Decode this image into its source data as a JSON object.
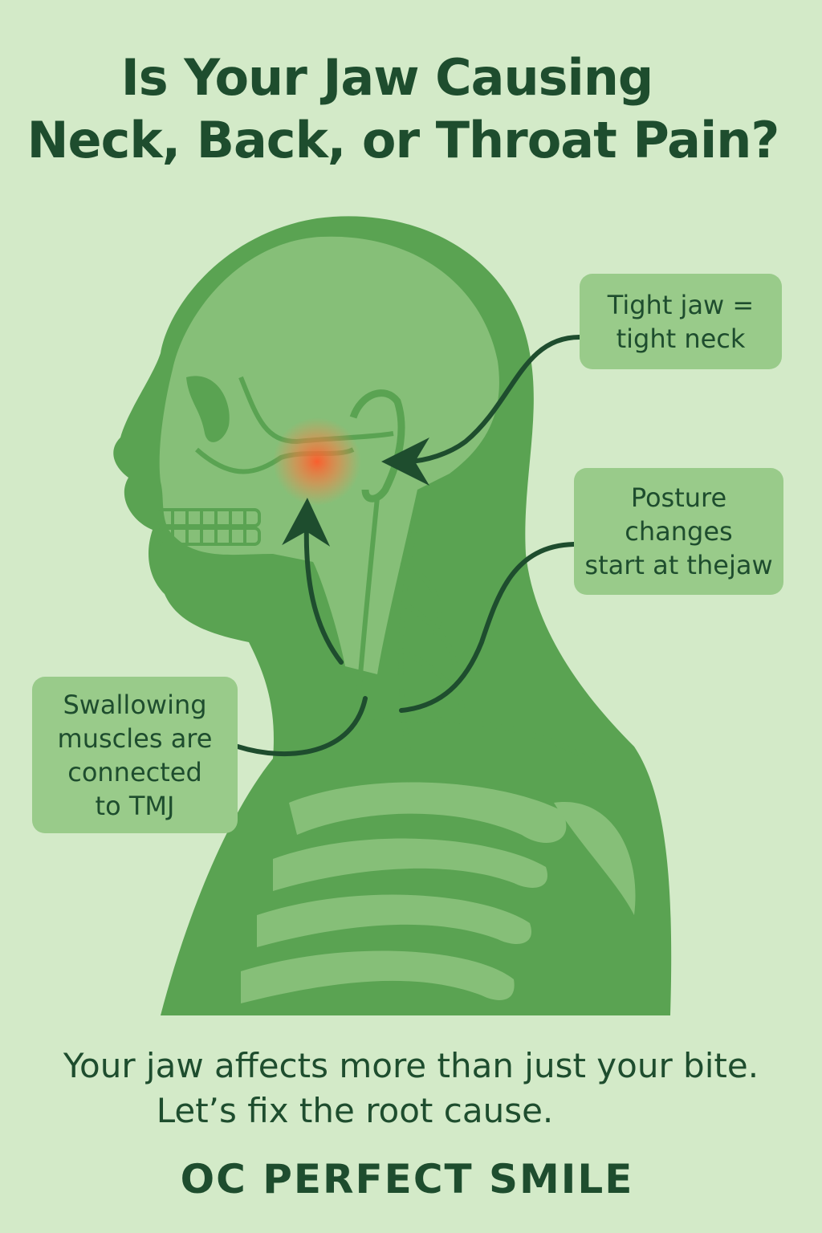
{
  "title": {
    "line1": "Is Your Jaw Causing",
    "line2": "Neck, Back, or Throat Pain?"
  },
  "callouts": [
    {
      "lines": [
        "Tight jaw =",
        "tight neck"
      ]
    },
    {
      "lines": [
        "Posture",
        "changes",
        "start at thejaw"
      ]
    },
    {
      "lines": [
        "Swallowing",
        "muscles are",
        "connected",
        "to TMJ"
      ]
    }
  ],
  "tagline": {
    "line1": "Your jaw affects more than just your bite.",
    "line2": "Let’s fix the root cause."
  },
  "brand": "OC PERFECT SMILE",
  "colors": {
    "background": "#d3eac8",
    "silhouette": "#5aa352",
    "inner": "#86bf78",
    "text": "#1e4d2e",
    "pain": "#ff6a3a"
  }
}
